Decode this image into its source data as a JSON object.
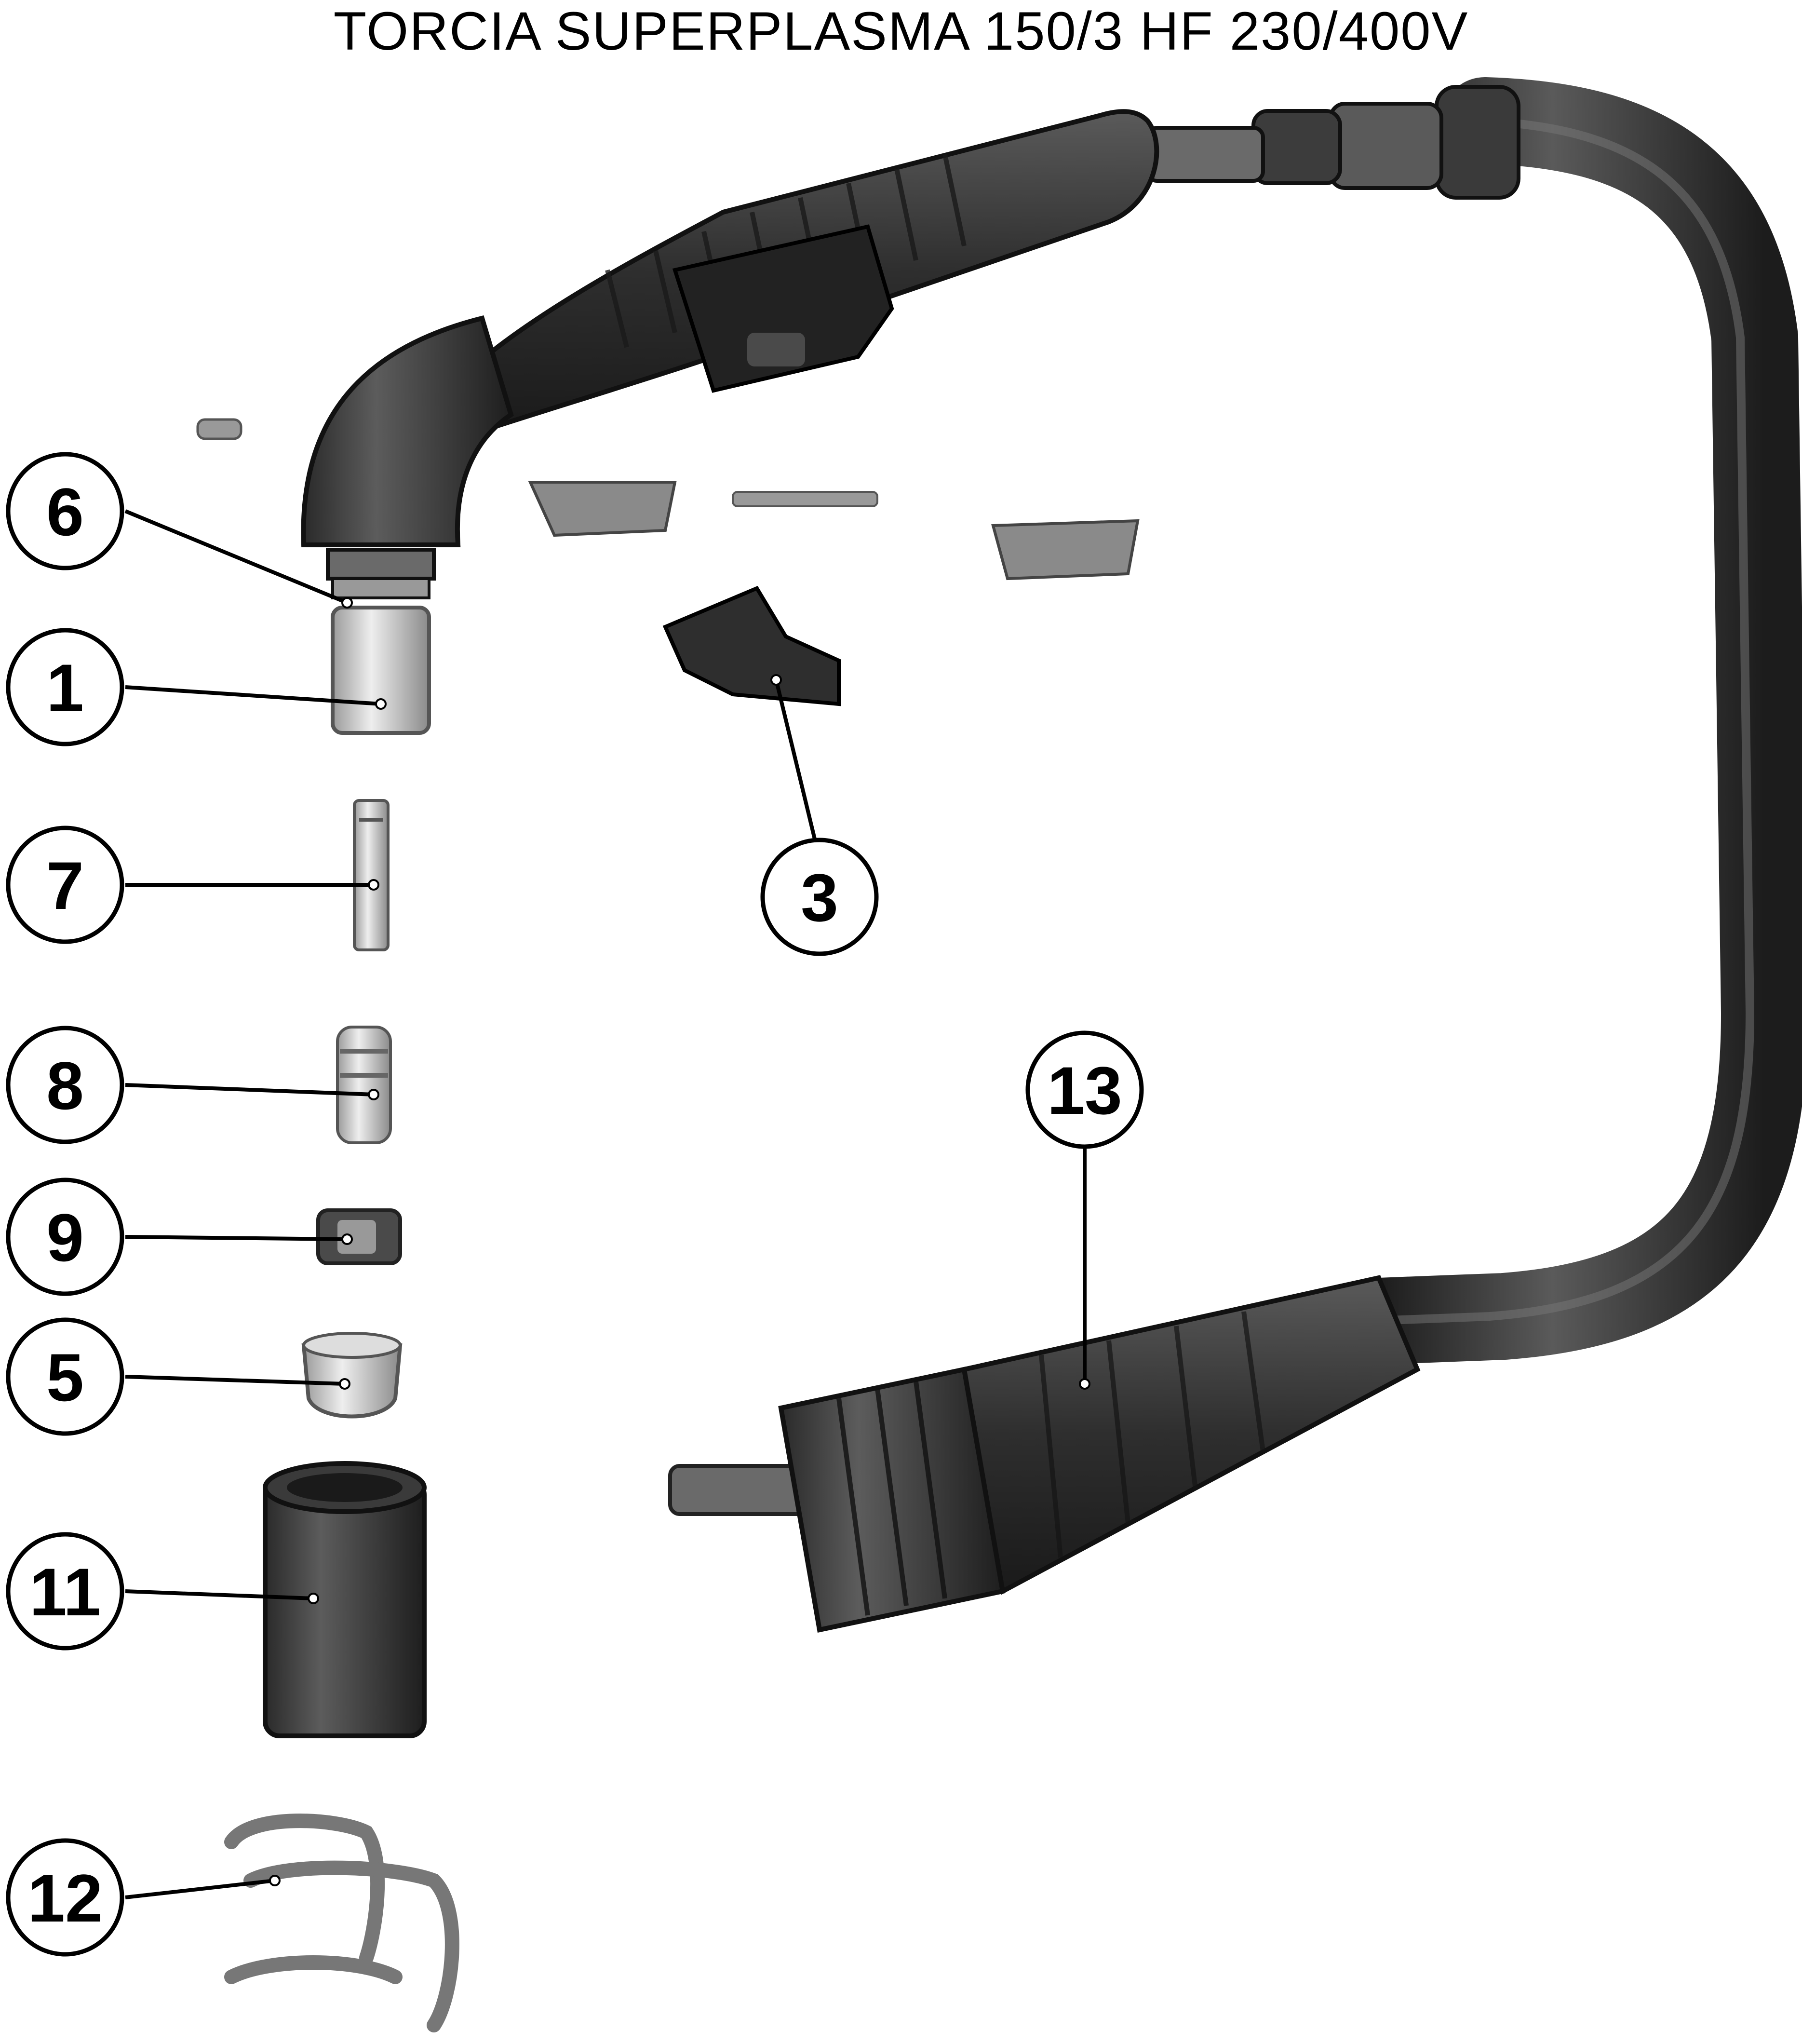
{
  "title": "TORCIA SUPERPLASMA 150/3 HF 230/400V",
  "callouts": [
    {
      "id": "6",
      "label": "6"
    },
    {
      "id": "1",
      "label": "1"
    },
    {
      "id": "7",
      "label": "7"
    },
    {
      "id": "8",
      "label": "8"
    },
    {
      "id": "9",
      "label": "9"
    },
    {
      "id": "5",
      "label": "5"
    },
    {
      "id": "11",
      "label": "11"
    },
    {
      "id": "12",
      "label": "12"
    },
    {
      "id": "3",
      "label": "3"
    },
    {
      "id": "13",
      "label": "13"
    }
  ],
  "colors": {
    "body_dark": "#2a2a2a",
    "body_mid": "#4a4a4a",
    "body_light": "#8a8a8a",
    "metal": "#b5b5b5",
    "callout_stroke": "#000000"
  }
}
